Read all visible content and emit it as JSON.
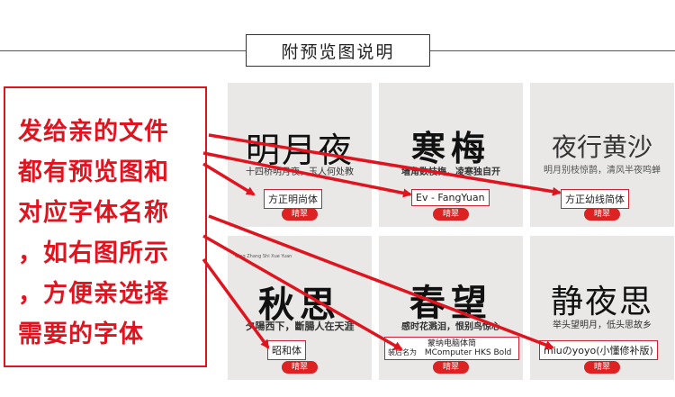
{
  "header": {
    "title": "附预览图说明"
  },
  "note": {
    "lines": [
      "发给亲的文件",
      "都有预览图和",
      "对应字体名称",
      "，如右图所示",
      "，方便亲选择",
      "需要的字体"
    ]
  },
  "tiles": [
    {
      "sample": "明月夜",
      "sub": "十四桥明月夜，玉人何处教",
      "label": "方正明尚体",
      "seal": "晴翠"
    },
    {
      "sample": "寒梅",
      "sub": "墙角数枝梅，凌寒独自开",
      "label": "Ev - FangYuan",
      "seal": "晴翠"
    },
    {
      "sample": "夜行黄沙",
      "sub": "明月别枝惊鹊，清风半夜鸣蝉",
      "label": "方正幼线简体",
      "seal": "晴翠"
    },
    {
      "sample": "秋思",
      "tiny": "Qing Zhang Shi Xue Yuan",
      "sub": "夕陽西下，斷腸人在天涯",
      "label": "昭和体",
      "seal": "晴翠"
    },
    {
      "sample": "春望",
      "sub": "感时花溅泪，恨别鸟惊心",
      "label_line1": "蒙纳电脑体简",
      "label_prefix": "装后名为",
      "label_line2": "MComputer HKS Bold",
      "seal": "晴翠"
    },
    {
      "sample": "静夜思",
      "sub": "举头望明月，低头思故乡",
      "label": "miuのyoyo(小懂修补版)",
      "seal": "晴翠"
    }
  ],
  "colors": {
    "accent_red": "#e0141e",
    "tile_bg": "#e9e8e6"
  }
}
